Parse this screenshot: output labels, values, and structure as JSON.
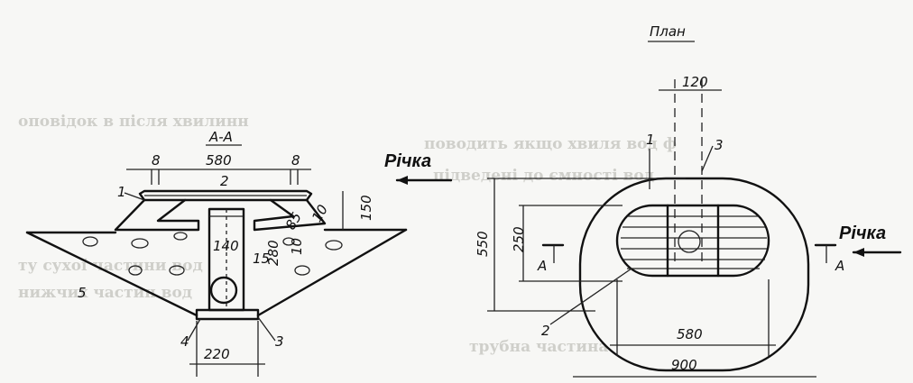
{
  "section": {
    "title": "А-А",
    "river_label": "Річка",
    "dims": {
      "width": "580",
      "side_left": "8",
      "side_right": "8",
      "height_top": "150",
      "pipe": "140",
      "wall": "10",
      "thick": "10",
      "depth": "280",
      "slope": "15",
      "bottom": "220",
      "neck": "85"
    },
    "callouts": {
      "c1": "1",
      "c2": "2",
      "c3": "3",
      "c4": "4",
      "c5": "5"
    }
  },
  "plan": {
    "title": "План",
    "river_label": "Річка",
    "dims": {
      "top": "120",
      "height": "550",
      "inner_height": "250",
      "inner_width": "580",
      "outer_width": "900"
    },
    "callouts": {
      "c1": "1",
      "c2": "2",
      "c3": "3"
    },
    "section_marks": {
      "left": "А",
      "right": "А"
    }
  },
  "background_text": [
    "оповідок в після хвилинн",
    "поводить якщо хвиля вод ф",
    "підведені до ємності вод",
    "ту сухої частини вод",
    "нижчих частин вод",
    "трубна частина"
  ]
}
